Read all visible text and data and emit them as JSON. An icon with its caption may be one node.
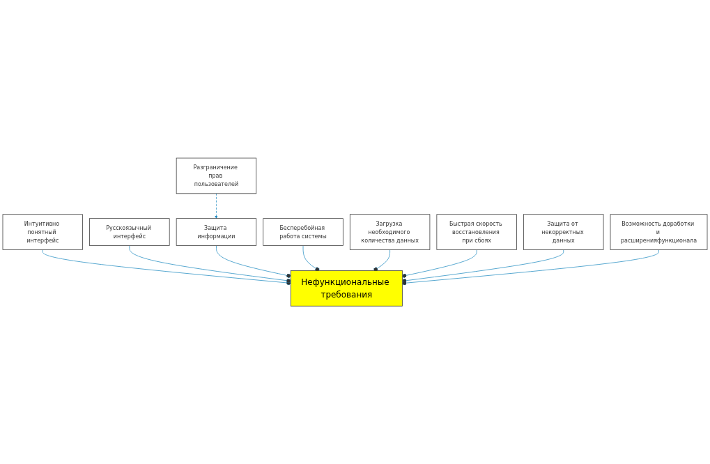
{
  "diagram": {
    "nodes": [
      {
        "text": [
          "Разграничение прав пользователей"
        ]
      },
      {
        "text": [
          "Интуитивно понятный интерфейс"
        ]
      },
      {
        "text": [
          "Русскоязычный интерфейс"
        ]
      },
      {
        "text": [
          "Защита информации"
        ]
      },
      {
        "text": [
          "Бесперебойная работа системы"
        ]
      },
      {
        "text": [
          "Нефункциональные требования"
        ]
      },
      {
        "text": [
          "Защита от некорректных данных"
        ]
      },
      {
        "text": [
          "Загрузка необходимого количества данных"
        ]
      },
      {
        "text": [
          "Быстрая скорость восстановления при сбоях"
        ]
      },
      {
        "text": [
          "Возможность доработки и расширенияфункционала"
        ]
      }
    ],
    "edges": [
      {
        "from": 1,
        "to": 5,
        "arrow": "other"
      },
      {
        "from": 2,
        "to": 5,
        "arrow": "other"
      },
      {
        "from": 3,
        "to": 5,
        "arrow": "other"
      },
      {
        "from": 4,
        "to": 5,
        "arrow": "other"
      },
      {
        "from": 7,
        "to": 5,
        "arrow": "other"
      },
      {
        "from": 8,
        "to": 5,
        "arrow": "other"
      },
      {
        "from": 6,
        "to": 5,
        "arrow": "other"
      },
      {
        "from": 9,
        "to": 5,
        "arrow": "other"
      },
      {
        "from": 0,
        "to": 3,
        "arrow": "to",
        "style": "dashed"
      }
    ]
  }
}
